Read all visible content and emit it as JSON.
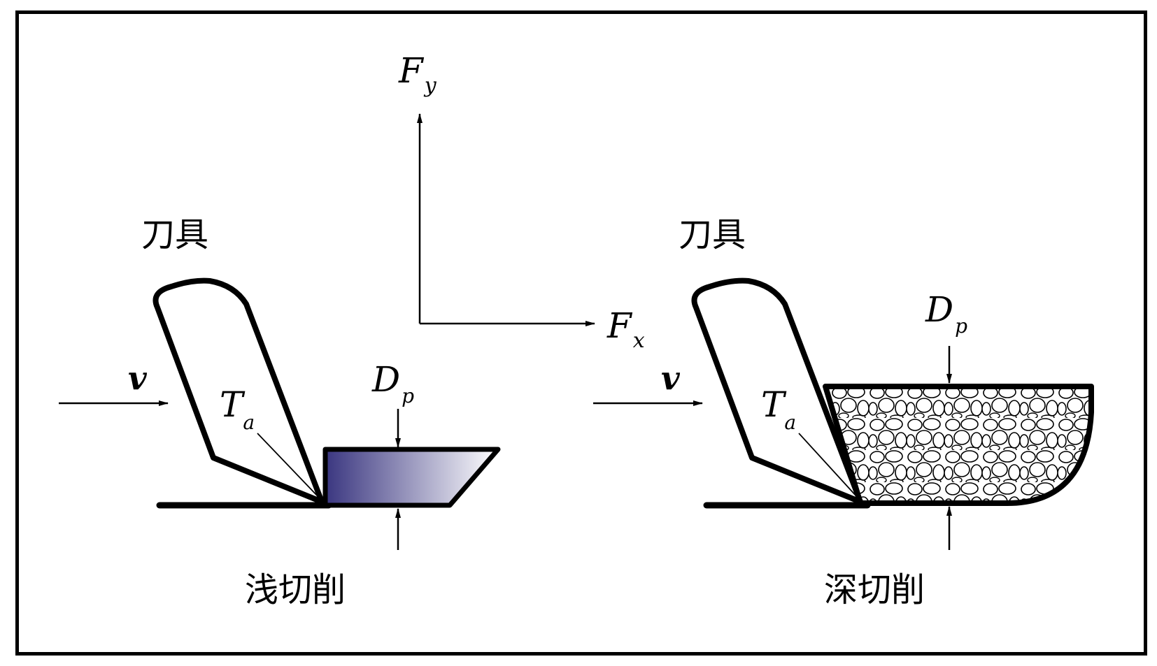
{
  "axes": {
    "fy": {
      "symbol": "F",
      "subscript": "y"
    },
    "fx": {
      "symbol": "F",
      "subscript": "x"
    }
  },
  "left_panel": {
    "tool_label": "刀具",
    "velocity_label": "v",
    "angle_symbol": "T",
    "angle_subscript": "a",
    "depth_symbol": "D",
    "depth_subscript": "p",
    "caption": "浅切削"
  },
  "right_panel": {
    "tool_label": "刀具",
    "velocity_label": "v",
    "angle_symbol": "T",
    "angle_subscript": "a",
    "depth_symbol": "D",
    "depth_subscript": "p",
    "caption": "深切削"
  },
  "colors": {
    "shallow_gradient_start": "#3a3680",
    "shallow_gradient_end": "#ffffff",
    "line": "#000000"
  }
}
